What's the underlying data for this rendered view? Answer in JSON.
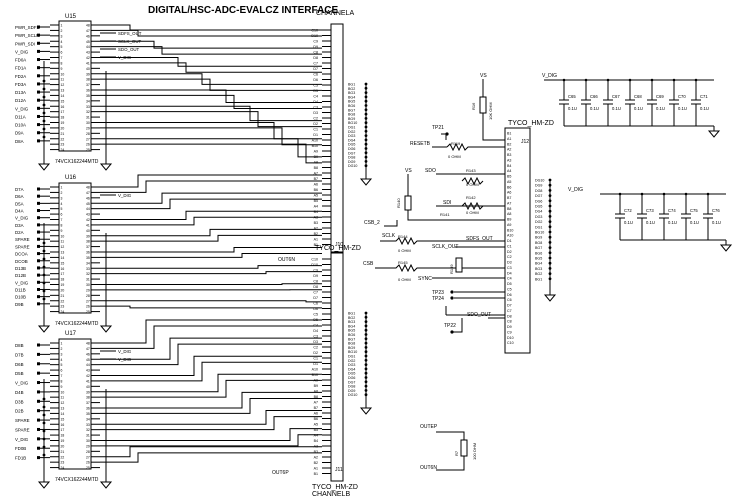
{
  "title": "DIGITAL/HSC-ADC-EVALCZ INTERFACE",
  "buffers": [
    {
      "ref": "U15",
      "part": "74VCX162244MTD",
      "left_labels": [
        "PWR_SDFS",
        "PWR_SCLK",
        "PWR_SDI",
        "V_DIG",
        "FD0A",
        "FD1A",
        "FD2A",
        "FD3A",
        "D13A",
        "D12A",
        "V_DIG",
        "D11A",
        "D10A",
        "D9A",
        "D8A"
      ],
      "right_labels": [
        "SDFS_OUT",
        "SCLK_OUT",
        "SDO_OUT",
        "V_DIG"
      ]
    },
    {
      "ref": "U16",
      "part": "74VCX162244MTD",
      "left_labels": [
        "D7A",
        "D6A",
        "D5A",
        "D4A",
        "V_DIG",
        "D3A",
        "D2A",
        "SPARE",
        "SPARE",
        "DCOA",
        "DCOB",
        "D13B",
        "D12B",
        "V_DIG",
        "D11B",
        "D10B",
        "D9B"
      ],
      "right_labels": [
        "V_DIG"
      ]
    },
    {
      "ref": "U17",
      "part": "74VCX162244MTD",
      "left_labels": [
        "D8B",
        "D7B",
        "D6B",
        "D5B",
        "V_DIG",
        "D4B",
        "D3B",
        "D2B",
        "SPARE",
        "SPARE",
        "V_DIG",
        "FD0B",
        "FD1B"
      ],
      "right_labels": [
        "V_DIG",
        "V_DIG"
      ]
    }
  ],
  "connectors": [
    {
      "ref": "J10",
      "type": "TYCO_HM-ZD",
      "name": "CHANNELA",
      "first_pin": "B1",
      "bottom_label": "OUT6N"
    },
    {
      "ref": "J11",
      "type": "TYCO_HM-ZD",
      "name": "CHANNELB",
      "first_pin": "B1",
      "bottom_label": "OUT6P"
    },
    {
      "ref": "J12",
      "type": "TYCO_HM-ZD",
      "name": "",
      "first_pin": "B1",
      "bottom_label": ""
    }
  ],
  "pins_left": [
    "C10",
    "D10",
    "C9",
    "D9",
    "C8",
    "D8",
    "C7",
    "D7",
    "C6",
    "D6",
    "C5",
    "D5",
    "C4",
    "D4",
    "C3",
    "D3",
    "C2",
    "D2",
    "C1",
    "D1",
    "A10",
    "B10",
    "A9",
    "B9",
    "A8",
    "B8",
    "A7",
    "B7",
    "A6",
    "B6",
    "A5",
    "B5",
    "A4",
    "B4",
    "A3",
    "B3",
    "A2",
    "B2",
    "A1",
    "B1"
  ],
  "bg_pins": [
    "BG1",
    "BG2",
    "BG3",
    "BG4",
    "BG5",
    "BG6",
    "BG7",
    "BG8",
    "BG9",
    "BG10",
    "DG1",
    "DG2",
    "DG3",
    "DG4",
    "DG5",
    "DG6",
    "DG7",
    "DG8",
    "DG9",
    "DG10"
  ],
  "control": {
    "testpoints": [
      "TP21",
      "TP23",
      "TP24",
      "TP22"
    ],
    "resistors": [
      {
        "ref": "R16",
        "value": "10K OHM"
      },
      {
        "ref": "R119",
        "value": "0 OHM"
      },
      {
        "ref": "R143",
        "value": "0 OHM"
      },
      {
        "ref": "R142",
        "value": "0 OHM"
      },
      {
        "ref": "R140",
        "value": "0 OHM"
      },
      {
        "ref": "R141",
        "value": "0 OHM"
      },
      {
        "ref": "R144",
        "value": "0 OHM"
      },
      {
        "ref": "R145",
        "value": "0 OHM"
      },
      {
        "ref": "R139",
        "value": "0 OHM"
      },
      {
        "ref": "R7",
        "value": "100 OHM"
      }
    ],
    "nets": [
      "VS",
      "RESETB",
      "SDO",
      "SDI",
      "CSB_2",
      "SCLK",
      "CSB",
      "SDFS_OUT",
      "SCLK_OUT",
      "SYNC",
      "SDO_OUT",
      "VS",
      "OUTEP",
      "OUT6N"
    ]
  },
  "cap_rows": [
    {
      "supply": "V_DIG",
      "caps": [
        {
          "ref": "C65",
          "value": "0.1U"
        },
        {
          "ref": "C66",
          "value": "0.1U"
        },
        {
          "ref": "C67",
          "value": "0.1U"
        },
        {
          "ref": "C68",
          "value": "0.1U"
        },
        {
          "ref": "C69",
          "value": "0.1U"
        },
        {
          "ref": "C70",
          "value": "0.1U"
        },
        {
          "ref": "C71",
          "value": "0.1U"
        }
      ]
    },
    {
      "supply": "V_DIG",
      "caps": [
        {
          "ref": "C72",
          "value": "0.1U"
        },
        {
          "ref": "C73",
          "value": "0.1U"
        },
        {
          "ref": "C74",
          "value": "0.1U"
        },
        {
          "ref": "C75",
          "value": "0.1U"
        },
        {
          "ref": "C76",
          "value": "0.1U"
        }
      ]
    }
  ]
}
